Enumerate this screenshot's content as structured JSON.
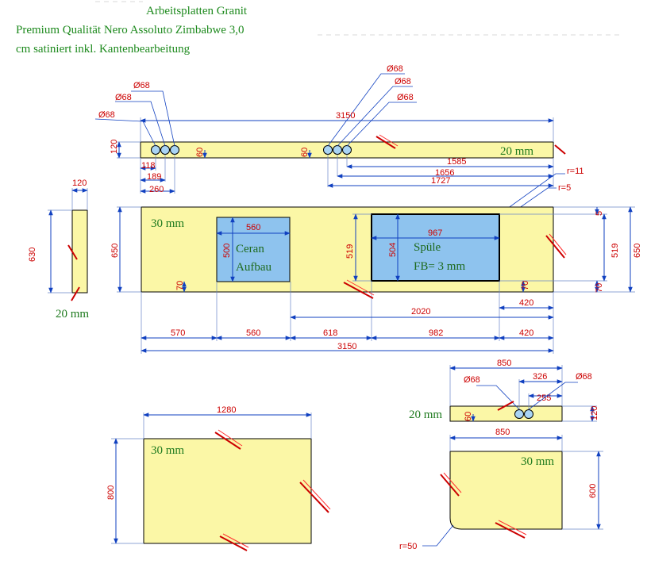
{
  "header": {
    "line1": "Arbeitsplatten Granit",
    "line2": "Premium Qualität Nero Assoluto Zimbabwe 3,0",
    "line3": "cm satiniert inkl. Kantenbearbeitung"
  },
  "top_strip": {
    "thickness_note": "20 mm",
    "hole_labels": [
      "Ø68",
      "Ø68",
      "Ø68",
      "Ø68",
      "Ø68",
      "Ø68"
    ],
    "dims": {
      "length": "3150",
      "height": "120",
      "hole_offset_a": "60",
      "hole_offset_b": "60",
      "d118": "118",
      "d189": "189",
      "d260": "260",
      "d1585": "1585",
      "d1656": "1656",
      "d1727": "1727"
    }
  },
  "radius_labels": {
    "r11": "r=11",
    "r5": "r=5",
    "r50": "r=50"
  },
  "side_panel": {
    "thickness_note": "20 mm",
    "width": "120",
    "height": "630"
  },
  "main_slab": {
    "thickness_note": "30 mm",
    "cooktop_label_1": "Ceran",
    "cooktop_label_2": "Aufbau",
    "sink_label_1": "Spüle",
    "sink_label_2": "FB= 3 mm",
    "dims": {
      "height_left": "650",
      "height_right": "650",
      "cooktop_w": "560",
      "cooktop_h": "500",
      "cooktop_bottom": "70",
      "sink_w": "967",
      "sink_h": "504",
      "sink_side_h": "519",
      "sink_side_h_right": "519",
      "sink_bottom": "70",
      "right_bottom_70": "70",
      "right_top_5": "5",
      "d420_inner": "420",
      "d2020": "2020",
      "seg570": "570",
      "seg560": "560",
      "seg618": "618",
      "seg982": "982",
      "seg420": "420",
      "total": "3150"
    }
  },
  "small_strip": {
    "thickness_note": "20 mm",
    "hole_label_a": "Ø68",
    "hole_label_b": "Ø68",
    "dims": {
      "length": "850",
      "d326": "326",
      "d255": "255",
      "height": "120",
      "hole_offset": "60"
    }
  },
  "slab_lower_left": {
    "thickness_note": "30 mm",
    "dims": {
      "width": "1280",
      "height": "800"
    }
  },
  "slab_lower_right": {
    "thickness_note": "30 mm",
    "dims": {
      "width": "850",
      "height": "600"
    }
  }
}
